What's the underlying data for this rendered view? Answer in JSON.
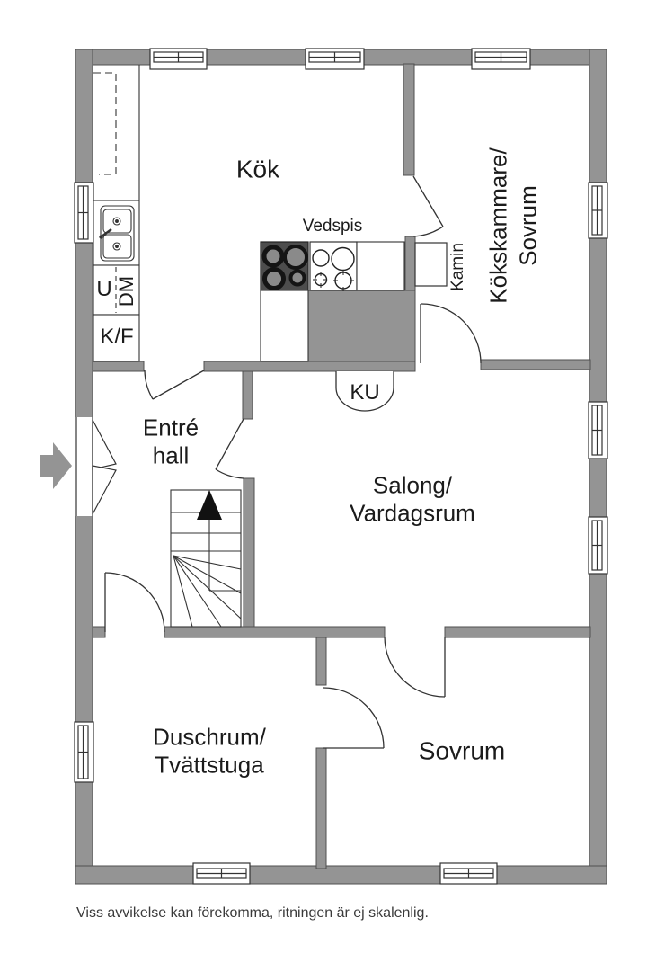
{
  "floorplan": {
    "colors": {
      "wall": "#949494",
      "wall_outline": "#4f4f4f",
      "line": "#2f2f2f",
      "stove_dark": "#4d4d4d",
      "text": "#1b1b1b",
      "arrow": "#949494"
    },
    "rooms": {
      "kitchen": "Kök",
      "kitchen_chamber": {
        "line1": "Kökskammare/",
        "line2": "Sovrum"
      },
      "entrance": {
        "line1": "Entré",
        "line2": "hall"
      },
      "living": {
        "line1": "Salong/",
        "line2": "Vardagsrum"
      },
      "shower_laundry": {
        "line1": "Duschrum/",
        "line2": "Tvättstuga"
      },
      "bedroom": "Sovrum"
    },
    "fixtures": {
      "wood_stove": "Vedspis",
      "fireplace": "Kamin",
      "fridge_under": "KU",
      "oven": "U",
      "dishwasher": "DM",
      "fridge_freezer": "K/F"
    },
    "footer_note": "Viss avvikelse kan förekomma, ritningen är ej skalenlig."
  }
}
